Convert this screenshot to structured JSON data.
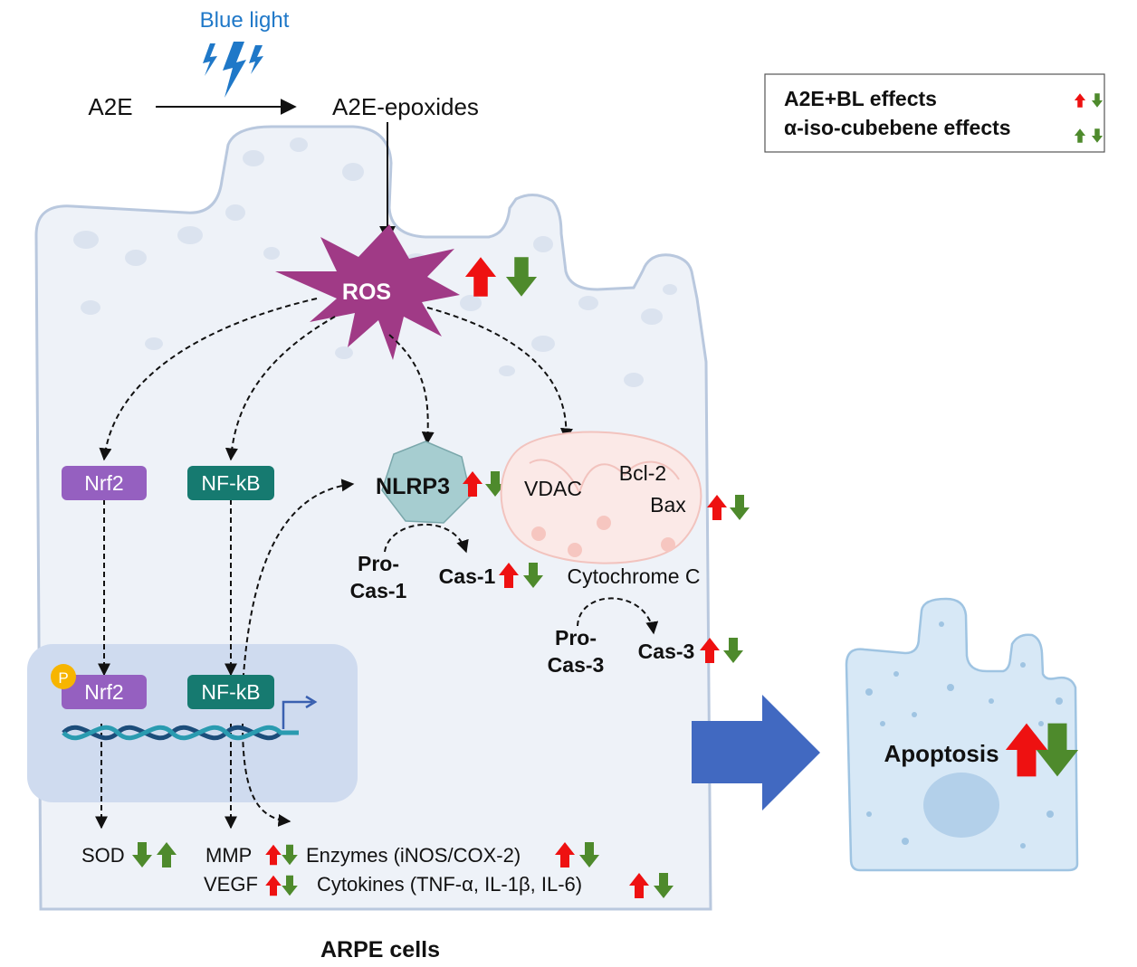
{
  "header": {
    "blue_light": "Blue light",
    "a2e": "A2E",
    "a2e_epoxides": "A2E-epoxides"
  },
  "legend": {
    "row1": "A2E+BL effects",
    "row2": "α-iso-cubebene effects"
  },
  "nodes": {
    "ros": "ROS",
    "nrf2": "Nrf2",
    "nfkb": "NF-kB",
    "nrf2_nuclear": "Nrf2",
    "nfkb_nuclear": "NF-kB",
    "p_badge": "P",
    "nlrp3": "NLRP3",
    "vdac": "VDAC",
    "bcl2": "Bcl-2",
    "bax": "Bax",
    "pro_cas1_a": "Pro-",
    "pro_cas1_b": "Cas-1",
    "cas1": "Cas-1",
    "cytochrome": "Cytochrome C",
    "pro_cas3_a": "Pro-",
    "pro_cas3_b": "Cas-3",
    "cas3": "Cas-3"
  },
  "outputs": {
    "sod": "SOD",
    "mmp": "MMP",
    "vegf": "VEGF",
    "enzymes": "Enzymes (iNOS/COX-2)",
    "cytokines": "Cytokines (TNF-α, IL-1β, IL-6)"
  },
  "apoptosis": "Apoptosis",
  "caption": "ARPE cells",
  "colors": {
    "up_red": "#ee1111",
    "down_green": "#4e8a2c",
    "blue_light_text": "#1f78c8",
    "ros": "#a03a86",
    "nrf2": "#9560c0",
    "nfkb": "#167a70",
    "cell_fill": "#eef2f8",
    "cell_stroke": "#b9c8de",
    "nucleus_fill": "#cfdbef",
    "big_arrow": "#4169c1",
    "nlrp3": "#a6cdd0",
    "mito": "#fbe9e7",
    "p_badge": "#f7b500"
  },
  "icons": [
    "lightning-bolt-icon",
    "dna-helix-icon",
    "transcription-arrow-icon",
    "up-arrow-icon",
    "down-arrow-icon",
    "mitochondrion-icon",
    "nlrp3-hexagon-icon"
  ]
}
